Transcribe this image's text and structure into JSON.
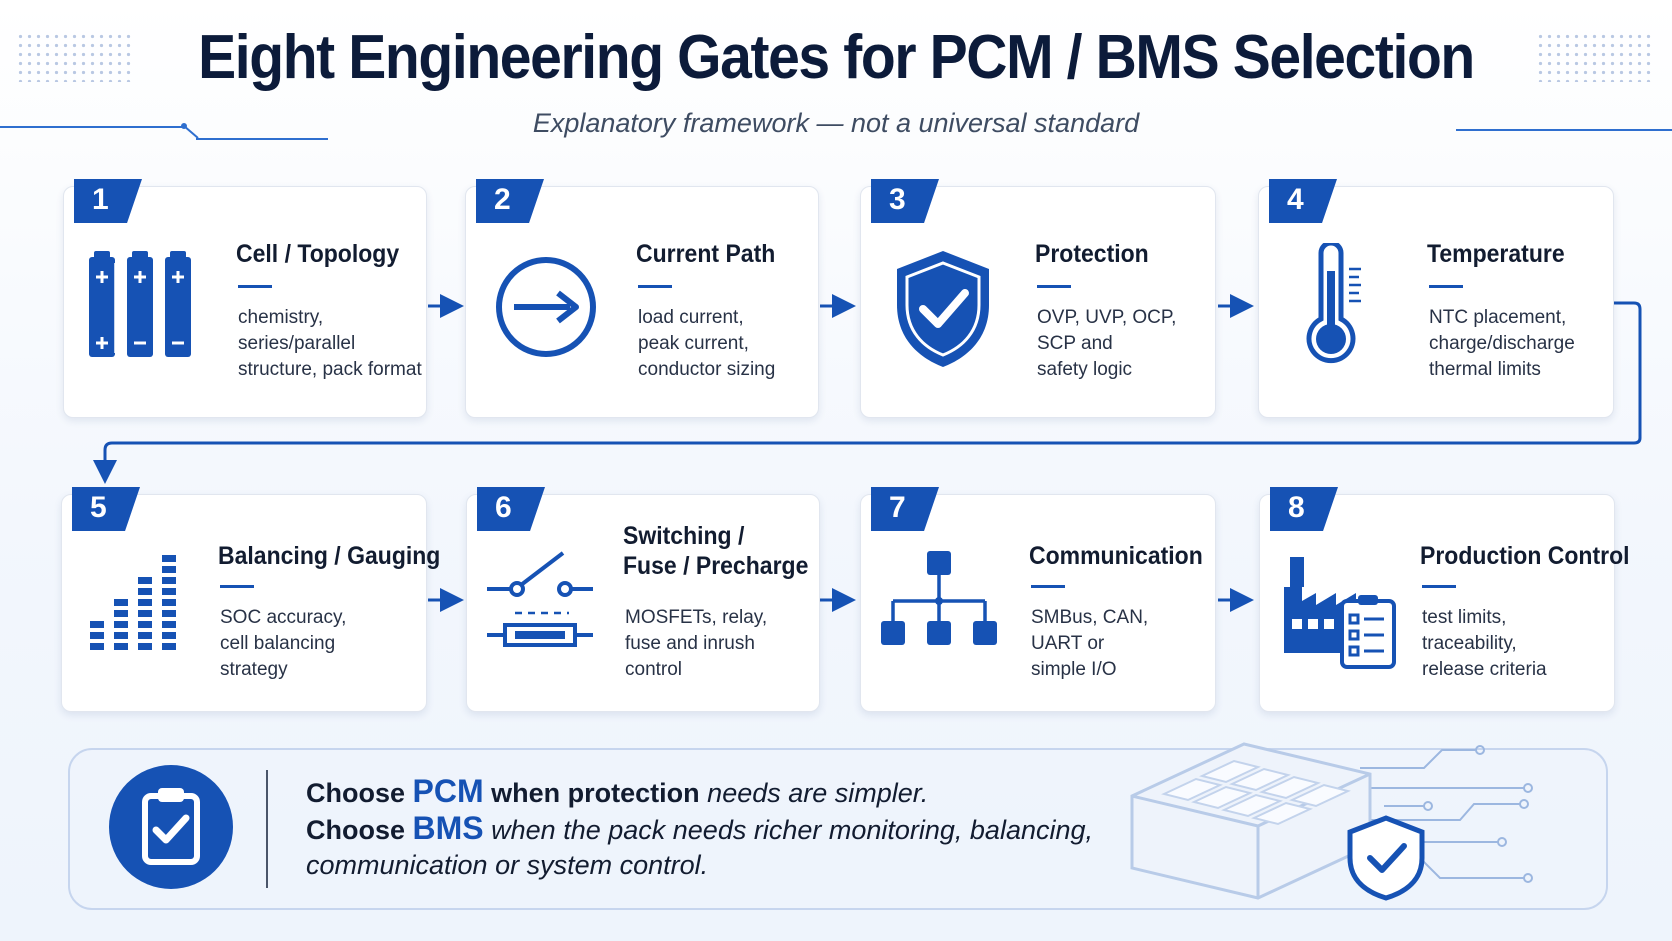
{
  "title": "Eight Engineering Gates for PCM / BMS Selection",
  "subtitle": "Explanatory framework — not a universal standard",
  "gates": [
    {
      "number": "1",
      "title": "Cell / Topology",
      "description": "chemistry,\nseries/parallel\nstructure, pack format",
      "icon": "battery-cells-icon"
    },
    {
      "number": "2",
      "title": "Current Path",
      "description": "load current,\npeak current,\nconductor sizing",
      "icon": "arrow-circle-icon"
    },
    {
      "number": "3",
      "title": "Protection",
      "description": "OVP, UVP, OCP,\nSCP and\nsafety logic",
      "icon": "shield-check-icon"
    },
    {
      "number": "4",
      "title": "Temperature",
      "description": "NTC placement,\ncharge/discharge\nthermal limits",
      "icon": "thermometer-icon"
    },
    {
      "number": "5",
      "title": "Balancing / Gauging",
      "description": "SOC accuracy,\ncell balancing\nstrategy",
      "icon": "bar-levels-icon"
    },
    {
      "number": "6",
      "title": "Switching /\nFuse / Precharge",
      "description": "MOSFETs, relay,\nfuse and inrush\ncontrol",
      "icon": "switch-fuse-icon"
    },
    {
      "number": "7",
      "title": "Communication",
      "description": "SMBus, CAN,\nUART or\nsimple I/O",
      "icon": "network-tree-icon"
    },
    {
      "number": "8",
      "title": "Production Control",
      "description": "test limits,\ntraceability,\nrelease criteria",
      "icon": "factory-checklist-icon"
    }
  ],
  "summary": {
    "line1_choose": "Choose",
    "line1_kw": "PCM",
    "line1_bold": "when protection",
    "line1_rest": "needs are simpler.",
    "line2_choose": "Choose",
    "line2_kw": "BMS",
    "line2_rest": "when the pack needs richer monitoring, balancing,",
    "line3": "communication or system control.",
    "icon": "clipboard-check-icon",
    "illustration": "battery-pack-shield-icon"
  },
  "colors": {
    "accent": "#1652b4",
    "title": "#0c1b3a",
    "card_border": "#e1e6ef"
  }
}
